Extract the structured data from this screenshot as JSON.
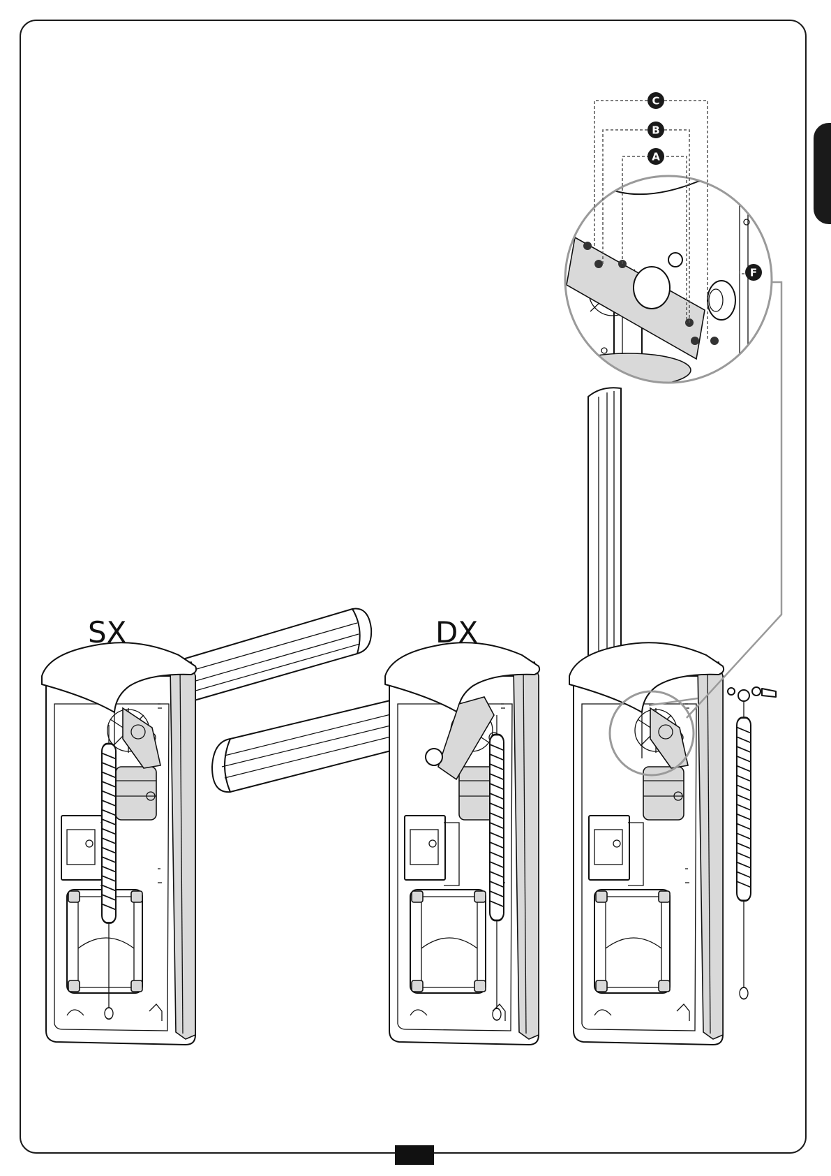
{
  "figure": {
    "labels": {
      "left_variant": "SX",
      "right_variant": "DX"
    },
    "markers": [
      "C",
      "B",
      "A",
      "F"
    ],
    "colors": {
      "line": "#111111",
      "detail_leader": "#9a9a9a",
      "marker_fill": "#1a1a1a",
      "background": "#ffffff"
    }
  }
}
